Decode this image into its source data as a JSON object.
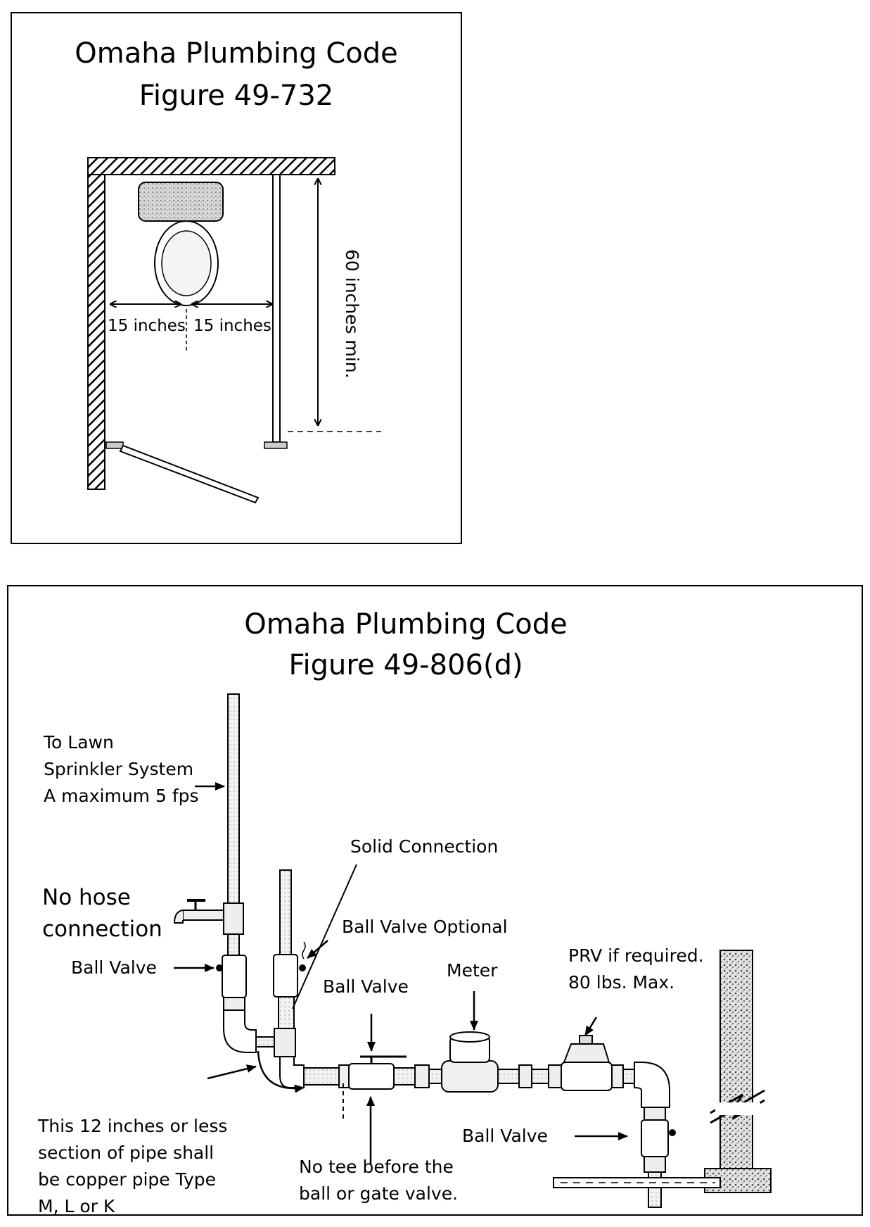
{
  "figure_top": {
    "title_line1": "Omaha Plumbing Code",
    "title_line2": "Figure 49-732",
    "dim_left": "15 inches",
    "dim_right": "15 inches",
    "dim_depth": "60 inches min."
  },
  "figure_bottom": {
    "title_line1": "Omaha Plumbing Code",
    "title_line2": "Figure 49-806(d)",
    "labels": {
      "to_lawn_1": "To Lawn",
      "to_lawn_2": "Sprinkler System",
      "to_lawn_3": "A maximum 5 fps",
      "no_hose_1": "No hose",
      "no_hose_2": "connection",
      "ball_valve_left": "Ball Valve",
      "solid_connection": "Solid Connection",
      "ball_valve_optional": "Ball Valve Optional",
      "meter": "Meter",
      "ball_valve_center": "Ball Valve",
      "prv_1": "PRV if required.",
      "prv_2": "80 lbs. Max.",
      "ball_valve_right": "Ball Valve",
      "copper_1": "This 12 inches or less",
      "copper_2": "section of pipe shall",
      "copper_3": "be copper pipe Type",
      "copper_4": "M, L or K",
      "no_tee_1": "No tee before the",
      "no_tee_2": "ball or gate valve."
    }
  }
}
